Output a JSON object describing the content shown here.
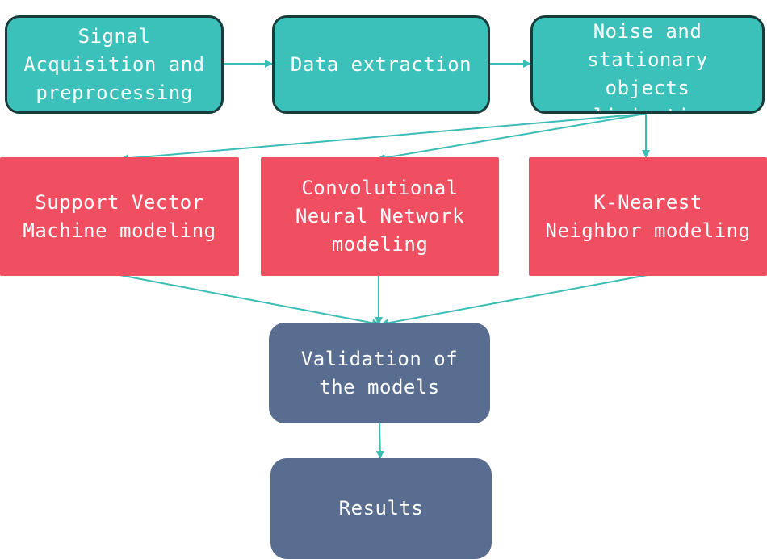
{
  "colors": {
    "acquisition_fill": "#3bc1b9",
    "acquisition_border": "#173c3a",
    "modeling_fill": "#f04f61",
    "output_fill": "#586d90",
    "arrow": "#3bbdb5"
  },
  "nodes": {
    "signal": "Signal\nAcquisition and\npreprocessing",
    "extract": "Data extraction",
    "noise": "Noise and\nstationary\nobjects\nelimination",
    "svm": "Support Vector\nMachine modeling",
    "cnn": "Convolutional\nNeural Network\nmodeling",
    "knn": "K-Nearest\nNeighbor modeling",
    "validation": "Validation of\nthe models",
    "results": "Results"
  }
}
